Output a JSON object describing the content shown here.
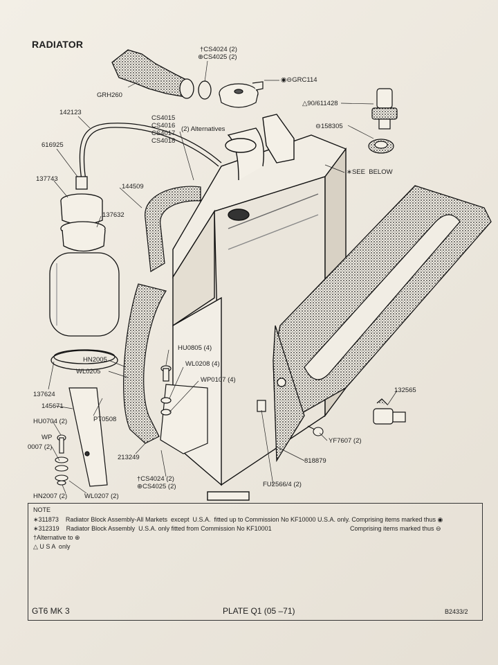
{
  "title": "RADIATOR",
  "labels": {
    "grh260": "GRH260",
    "cs4024_top": "†CS4024 (2)",
    "cs4025_top": "⊕CS4025 (2)",
    "grc114": "◉⊖GRC114",
    "a90": "△90/611428",
    "p142123": "142123",
    "cs_group": "CS4015\nCS4016\nCS4017\nCS4018",
    "alternatives": "(2) Alternatives",
    "p158305": "⊖158305",
    "p616925": "616925",
    "see_below": "∗SEE  BELOW",
    "p137743": "137743",
    "p144509": "144509",
    "p137632": "137632",
    "hu0805": "HU0805 (4)",
    "hn2005": "HN2005",
    "wl0208": "WL0208 (4)",
    "wl0205": "WL0205",
    "wp0107": "WP0107 (4)",
    "p137624": "137624",
    "p145671": "145671",
    "pt0508": "PT0508",
    "hu0704": "HU0704 (2)",
    "wp": "WP",
    "p0007": "0007 (2)",
    "p213249": "213249",
    "p132565": "132565",
    "yf7607": "YF7607 (2)",
    "p818879": "818879",
    "cs4024_bot": "†CS4024 (2)",
    "cs4025_bot": "⊕CS4025 (2)",
    "fu2566": "FU2566/4 (2)",
    "hn2007": "HN2007 (2)",
    "wl0207": "WL0207 (2)"
  },
  "note": {
    "heading": "NOTE",
    "line1": "∗311873    Radiator Block Assembly-All Markets  except  U.S.A.  fitted up to Commission No KF10000 U.S.A. only. Comprising items marked thus ◉",
    "line2_left": "∗312319    Radiator Block Assembly  U.S.A. only fitted from Commission No KF10001",
    "line2_right": "Comprising items marked thus ⊖",
    "line3": "†Alternative to ⊕",
    "line4": "△ U S A  only"
  },
  "footer": {
    "model": "GT6 MK 3",
    "plate": "PLATE Q1 (05 –71)",
    "ref": "B2433/2"
  }
}
